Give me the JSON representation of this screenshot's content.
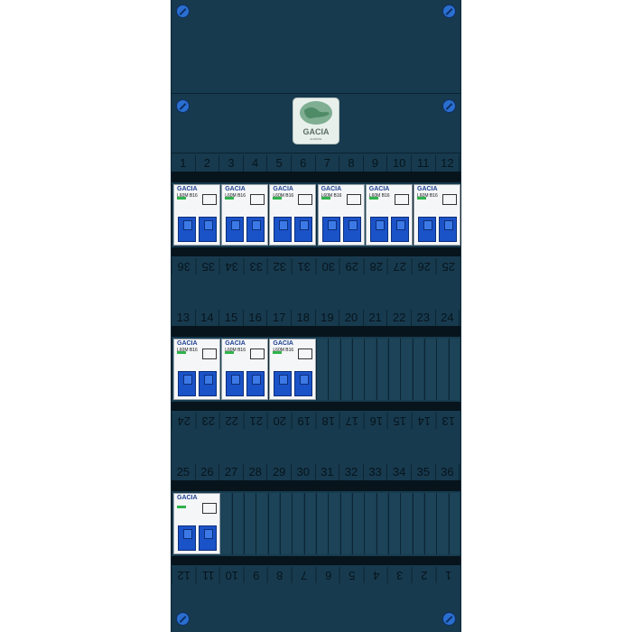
{
  "colors": {
    "panel": "#173a4e",
    "screw": "#2a6fd0",
    "lever": "#1a52c8",
    "brand": "#1e3f8f"
  },
  "logo": {
    "name": "GACIA",
    "sub": "EUROPE",
    "icon": "globe-icon"
  },
  "rows": [
    {
      "top_numbers": [
        "1",
        "2",
        "3",
        "4",
        "5",
        "6",
        "7",
        "8",
        "9",
        "10",
        "11",
        "12"
      ],
      "bottom_numbers": [
        "36",
        "35",
        "34",
        "33",
        "32",
        "31",
        "30",
        "29",
        "28",
        "27",
        "26",
        "25"
      ],
      "breakers": [
        {
          "brand": "GACIA",
          "rating": "L60M B16"
        },
        {
          "brand": "GACIA",
          "rating": "L60M B16"
        },
        {
          "brand": "GACIA",
          "rating": "L60M B16"
        },
        {
          "brand": "GACIA",
          "rating": "L60M B16"
        },
        {
          "brand": "GACIA",
          "rating": "L60M B16"
        },
        {
          "brand": "GACIA",
          "rating": "L60M B16"
        }
      ]
    },
    {
      "top_numbers": [
        "13",
        "14",
        "15",
        "16",
        "17",
        "18",
        "19",
        "20",
        "21",
        "22",
        "23",
        "24"
      ],
      "bottom_numbers": [
        "24",
        "23",
        "22",
        "21",
        "20",
        "19",
        "18",
        "17",
        "16",
        "15",
        "14",
        "13"
      ],
      "breakers": [
        {
          "brand": "GACIA",
          "rating": "L60M B16"
        },
        {
          "brand": "GACIA",
          "rating": "L60M B16"
        },
        {
          "brand": "GACIA",
          "rating": "L60M B16"
        }
      ]
    },
    {
      "top_numbers": [
        "25",
        "26",
        "27",
        "28",
        "29",
        "30",
        "31",
        "32",
        "33",
        "34",
        "35",
        "36"
      ],
      "bottom_numbers": [
        "12",
        "11",
        "10",
        "9",
        "8",
        "7",
        "6",
        "5",
        "4",
        "3",
        "2",
        "1"
      ],
      "breakers": [
        {
          "brand": "GACIA",
          "rating": ""
        }
      ]
    }
  ]
}
